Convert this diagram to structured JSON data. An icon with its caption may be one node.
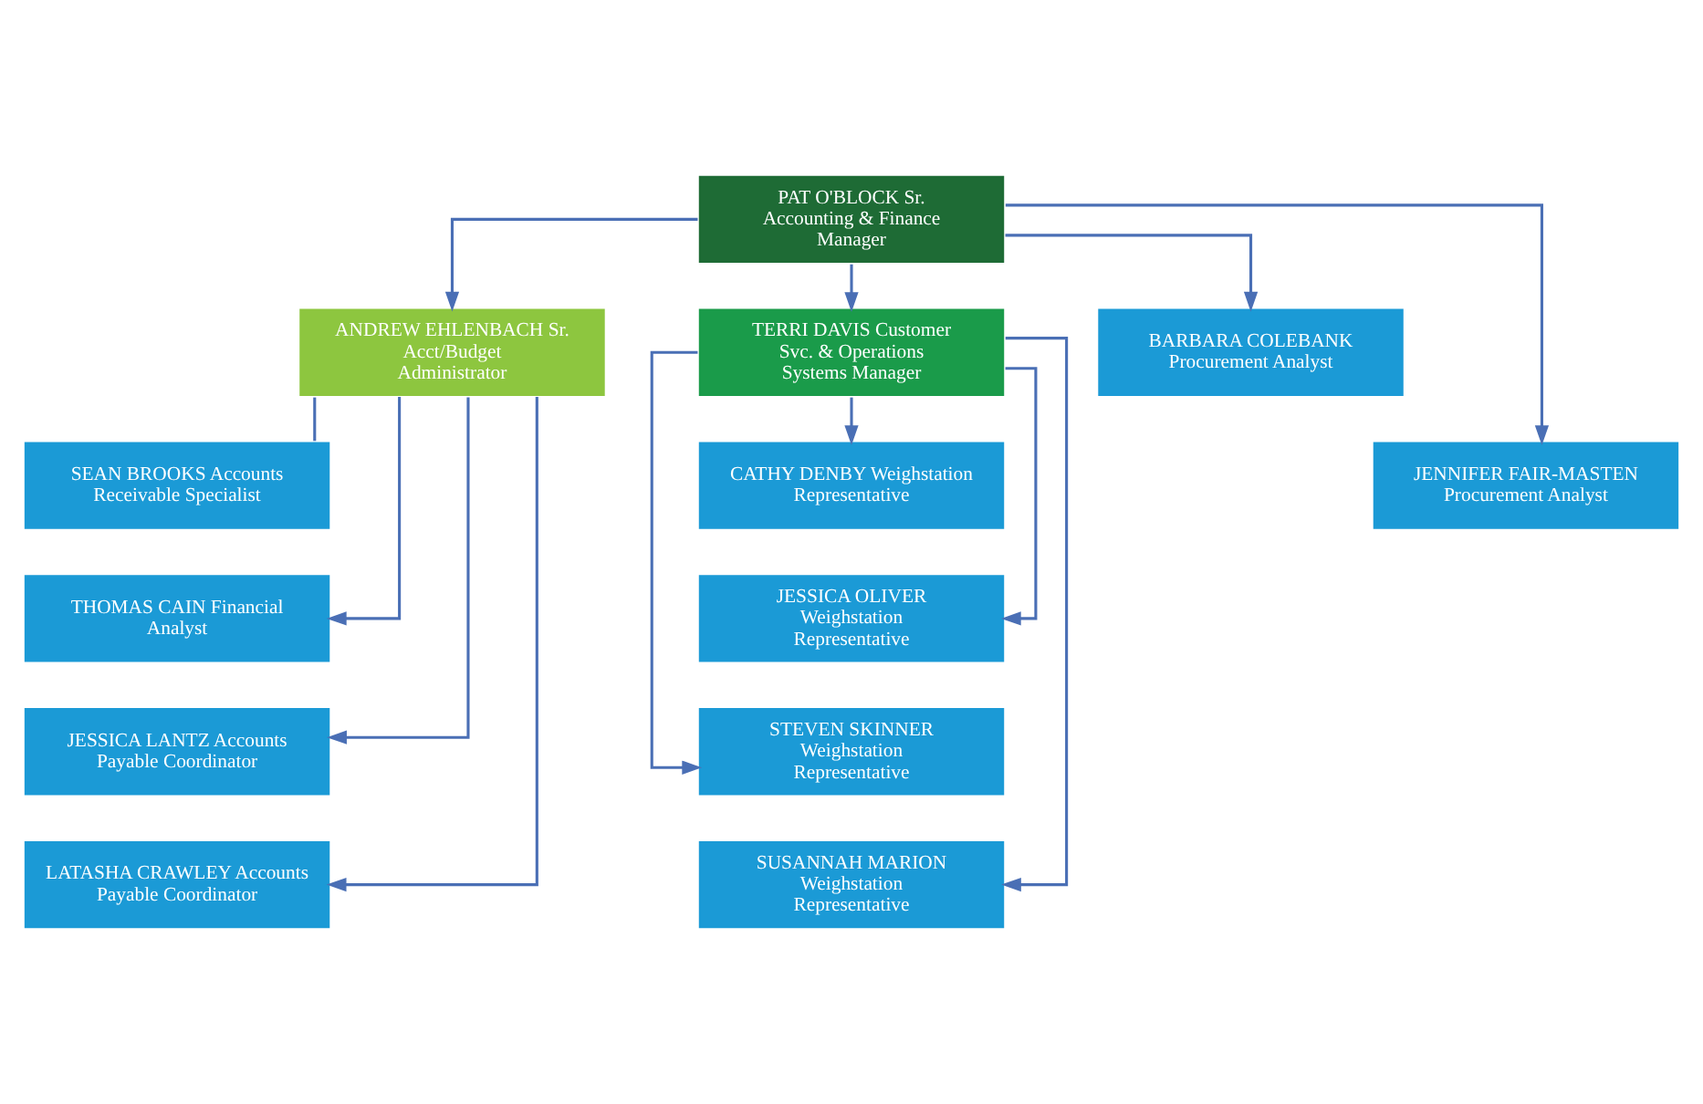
{
  "diagram": {
    "nodes": [
      {
        "text": [
          "PAT O'BLOCK Sr. Accounting & Finance Manager"
        ]
      },
      {
        "text": [
          "ANDREW EHLENBACH Sr. Acct/Budget Administrator"
        ]
      },
      {
        "text": [
          "TERRI DAVIS Customer Svc. & Operations Systems Manager"
        ]
      },
      {
        "text": [
          "BARBARA COLEBANK Procurement Analyst"
        ]
      },
      {
        "text": [
          "JENNIFER FAIR-MASTEN Procurement Analyst"
        ]
      },
      {
        "text": [
          "SEAN BROOKS Accounts Receivable Specialist"
        ]
      },
      {
        "text": [
          "THOMAS CAIN Financial Analyst"
        ]
      },
      {
        "text": [
          "JESSICA LANTZ Accounts Payable Coordinator"
        ]
      },
      {
        "text": [
          "LATASHA CRAWLEY Accounts Payable Coordinator"
        ]
      },
      {
        "text": [
          "CATHY DENBY Weighstation Representative"
        ]
      },
      {
        "text": [
          "JESSICA OLIVER Weighstation Representative"
        ]
      },
      {
        "text": [
          "STEVEN SKINNER Weighstation Representative"
        ]
      },
      {
        "text": [
          "SUSANNAH MARION Weighstation Representative"
        ]
      }
    ],
    "edges": [
      {
        "from": 0,
        "to": 1,
        "arrow": "to"
      },
      {
        "from": 0,
        "to": 2,
        "arrow": "to"
      },
      {
        "from": 0,
        "to": 3,
        "arrow": "to"
      },
      {
        "from": 0,
        "to": 4,
        "arrow": "to"
      },
      {
        "from": 1,
        "to": 5,
        "arrow": "none"
      },
      {
        "from": 1,
        "to": 6,
        "arrow": "to"
      },
      {
        "from": 1,
        "to": 7,
        "arrow": "to"
      },
      {
        "from": 1,
        "to": 8,
        "arrow": "to"
      },
      {
        "from": 2,
        "to": 9,
        "arrow": "to"
      },
      {
        "from": 2,
        "to": 10,
        "arrow": "to"
      },
      {
        "from": 2,
        "to": 11,
        "arrow": "to"
      },
      {
        "from": 2,
        "to": 12,
        "arrow": "to"
      }
    ]
  }
}
